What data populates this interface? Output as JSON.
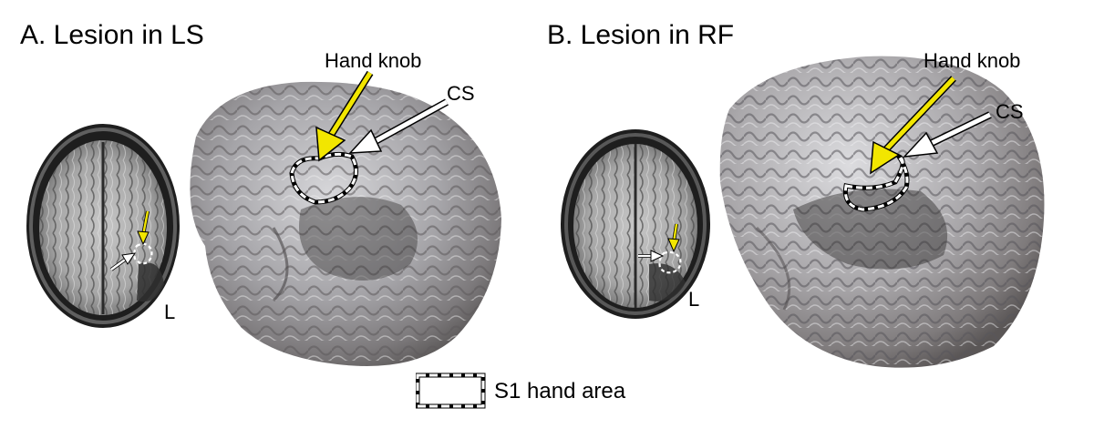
{
  "panels": [
    {
      "title": "A. Lesion in LS",
      "hand_knob_label": "Hand knob",
      "cs_label": "CS",
      "side_label": "L"
    },
    {
      "title": "B. Lesion in RF",
      "hand_knob_label": "Hand knob",
      "cs_label": "CS",
      "side_label": "L"
    }
  ],
  "legend": {
    "label": "S1 hand area"
  },
  "colors": {
    "hand_knob_arrow": "#f2e600",
    "cs_arrow": "#ffffff",
    "outline": "#000000",
    "brain_surface": "#a9a9ac",
    "mri_background": "#1e1e1e"
  }
}
